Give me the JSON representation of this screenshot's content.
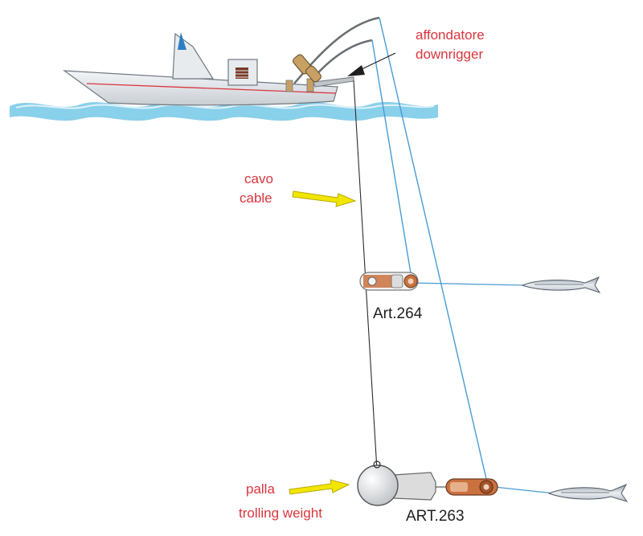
{
  "labels": {
    "downrigger_it": "affondatore",
    "downrigger_en": "downrigger",
    "cable_it": "cavo",
    "cable_en": "cable",
    "weight_it": "palla",
    "weight_en": "trolling weight",
    "release_upper": "Art.264",
    "release_lower": "ART.263"
  },
  "colors": {
    "label_red": "#d9363e",
    "fishing_line": "#4a9bd4",
    "cable": "#2b2b2b",
    "water": "#7ccbe8",
    "arrow_yellow": "#f2e600",
    "release_orange": "#c9713f"
  }
}
